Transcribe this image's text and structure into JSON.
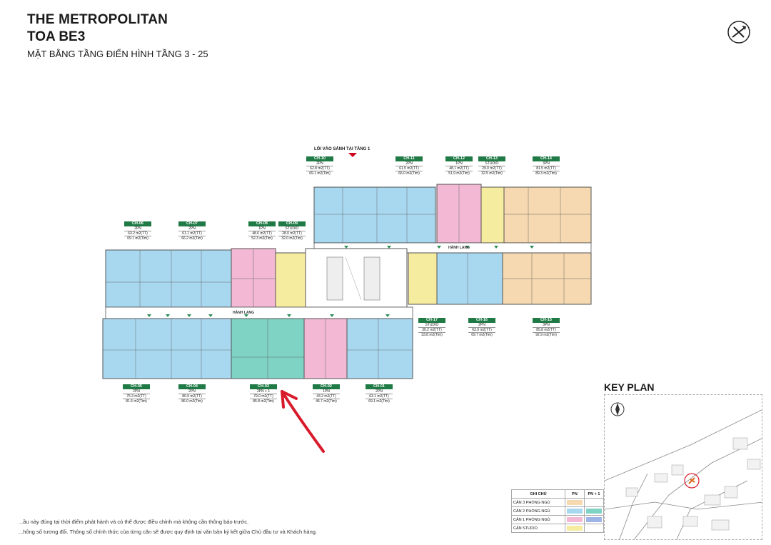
{
  "header": {
    "line1": "THE METROPOLITAN",
    "line2": "TOA BE3",
    "line3": "MẶT BẰNG TẦNG ĐIỂN HÌNH TẦNG 3 - 25"
  },
  "entrance": "LỐI VÀO SẢNH TẠI TẦNG 1",
  "corridor_labels": {
    "lower": "HÀNH LANG",
    "upper": "HÀNH LANG"
  },
  "units": [
    {
      "code": "CH-10",
      "type": "2PN",
      "tt": "62.8 m2(TT)",
      "tim": "69.1 m2(Tim)"
    },
    {
      "code": "CH-11",
      "type": "2PN",
      "tt": "61.5 m2(TT)",
      "tim": "66.0 m2(Tim)"
    },
    {
      "code": "CH-12",
      "type": "1PN",
      "tt": "48.1 m2(TT)",
      "tim": "51.9 m2(Tim)"
    },
    {
      "code": "CH-13",
      "type": "STUDIO",
      "tt": "29.0 m2(TT)",
      "tim": "32.5 m2(Tim)"
    },
    {
      "code": "CH-14",
      "type": "3PN",
      "tt": "81.5 m2(TT)",
      "tim": "89.3 m2(Tim)"
    },
    {
      "code": "CH-06",
      "type": "2PN",
      "tt": "63.2 m2(TT)",
      "tim": "69.1 m2(Tim)"
    },
    {
      "code": "CH-07",
      "type": "2PN",
      "tt": "61.1 m2(TT)",
      "tim": "66.2 m2(Tim)"
    },
    {
      "code": "CH-08",
      "type": "1PN",
      "tt": "48.6 m2(TT)",
      "tim": "52.3 m2(Tim)"
    },
    {
      "code": "CH-09",
      "type": "STUDIO",
      "tt": "28.0 m2(TT)",
      "tim": "32.0 m2(Tim)"
    },
    {
      "code": "CH-17",
      "type": "STUDIO",
      "tt": "30.2 m2(TT)",
      "tim": "33.8 m2(Tim)"
    },
    {
      "code": "CH-16",
      "type": "2PN",
      "tt": "63.9 m2(TT)",
      "tim": "69.7 m2(Tim)"
    },
    {
      "code": "CH-15",
      "type": "3PN",
      "tt": "85.8 m2(TT)",
      "tim": "92.9 m2(Tim)"
    },
    {
      "code": "CH-05",
      "type": "2PN",
      "tt": "75.3 m2(TT)",
      "tim": "81.6 m2(Tim)"
    },
    {
      "code": "CH-04",
      "type": "2PN",
      "tt": "80.9 m2(TT)",
      "tim": "86.0 m2(Tim)"
    },
    {
      "code": "CH-03",
      "type": "2PN + 1",
      "tt": "79.0 m2(TT)",
      "tim": "85.8 m2(Tim)"
    },
    {
      "code": "CH-02",
      "type": "1PN",
      "tt": "43.2 m2(TT)",
      "tim": "46.7 m2(Tim)"
    },
    {
      "code": "CH-01",
      "type": "2PN",
      "tt": "63.1 m2(TT)",
      "tim": "69.1 m2(Tim)"
    }
  ],
  "key_plan": {
    "title": "KEY PLAN"
  },
  "legend": {
    "headers": [
      "GHI CHÚ",
      "PN",
      "PN + 1"
    ],
    "rows": [
      {
        "label": "CĂN 3 PHÒNG NGỦ",
        "pn": "#f6d9b0",
        "pn1": ""
      },
      {
        "label": "CĂN 2 PHÒNG NGỦ",
        "pn": "#a8d8f0",
        "pn1": "#7fd3c4"
      },
      {
        "label": "CĂN 1 PHÒNG NGỦ",
        "pn": "#f2b8d4",
        "pn1": "#9fb4e6"
      },
      {
        "label": "CĂN STUDIO",
        "pn": "#f6eca0",
        "pn1": ""
      }
    ]
  },
  "notes": {
    "line1": "...ầu này đúng tại thời điểm phát hành và có thể được điều chỉnh mà không cần thông báo trước.",
    "line2": "...hông số tương đối. Thông số chính thức của từng căn sẽ được quy định tại văn bản ký kết giữa Chủ đầu tư và Khách hàng."
  },
  "colors": {
    "three_bed": "#f6d9b0",
    "two_bed": "#a8d8f0",
    "two_bed_plus": "#7fd3c4",
    "one_bed": "#f2b8d4",
    "studio": "#f6eca0",
    "label_green": "#1f7a45",
    "arrow_red": "#d81b2c"
  }
}
